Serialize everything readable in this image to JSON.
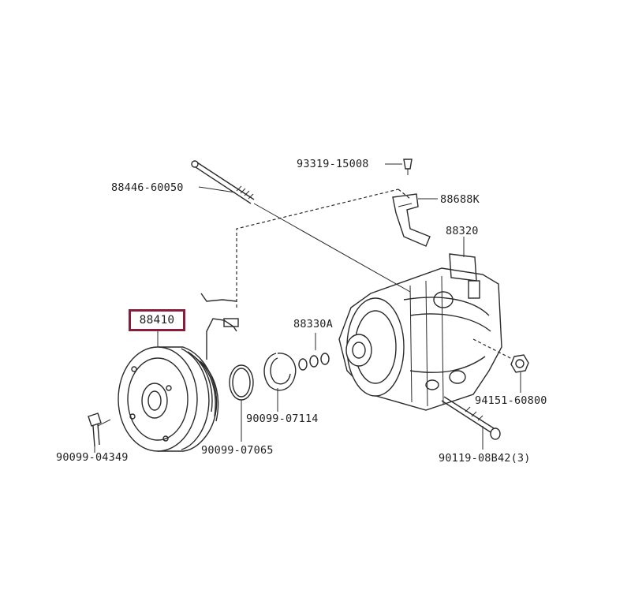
{
  "parts": {
    "p93319": "93319-15008",
    "p88446": "88446-60050",
    "p88688": "88688K",
    "p88320": "88320",
    "p88410": "88410",
    "p88330": "88330A",
    "p90099_07114": "90099-07114",
    "p94151": "94151-60800",
    "p90099_04349": "90099-04349",
    "p90099_07065": "90099-07065",
    "p90119": "90119-08B42",
    "p90119_qty": "(3)"
  },
  "colors": {
    "highlight": "#8a1c3c",
    "line": "#2a2a2a"
  }
}
